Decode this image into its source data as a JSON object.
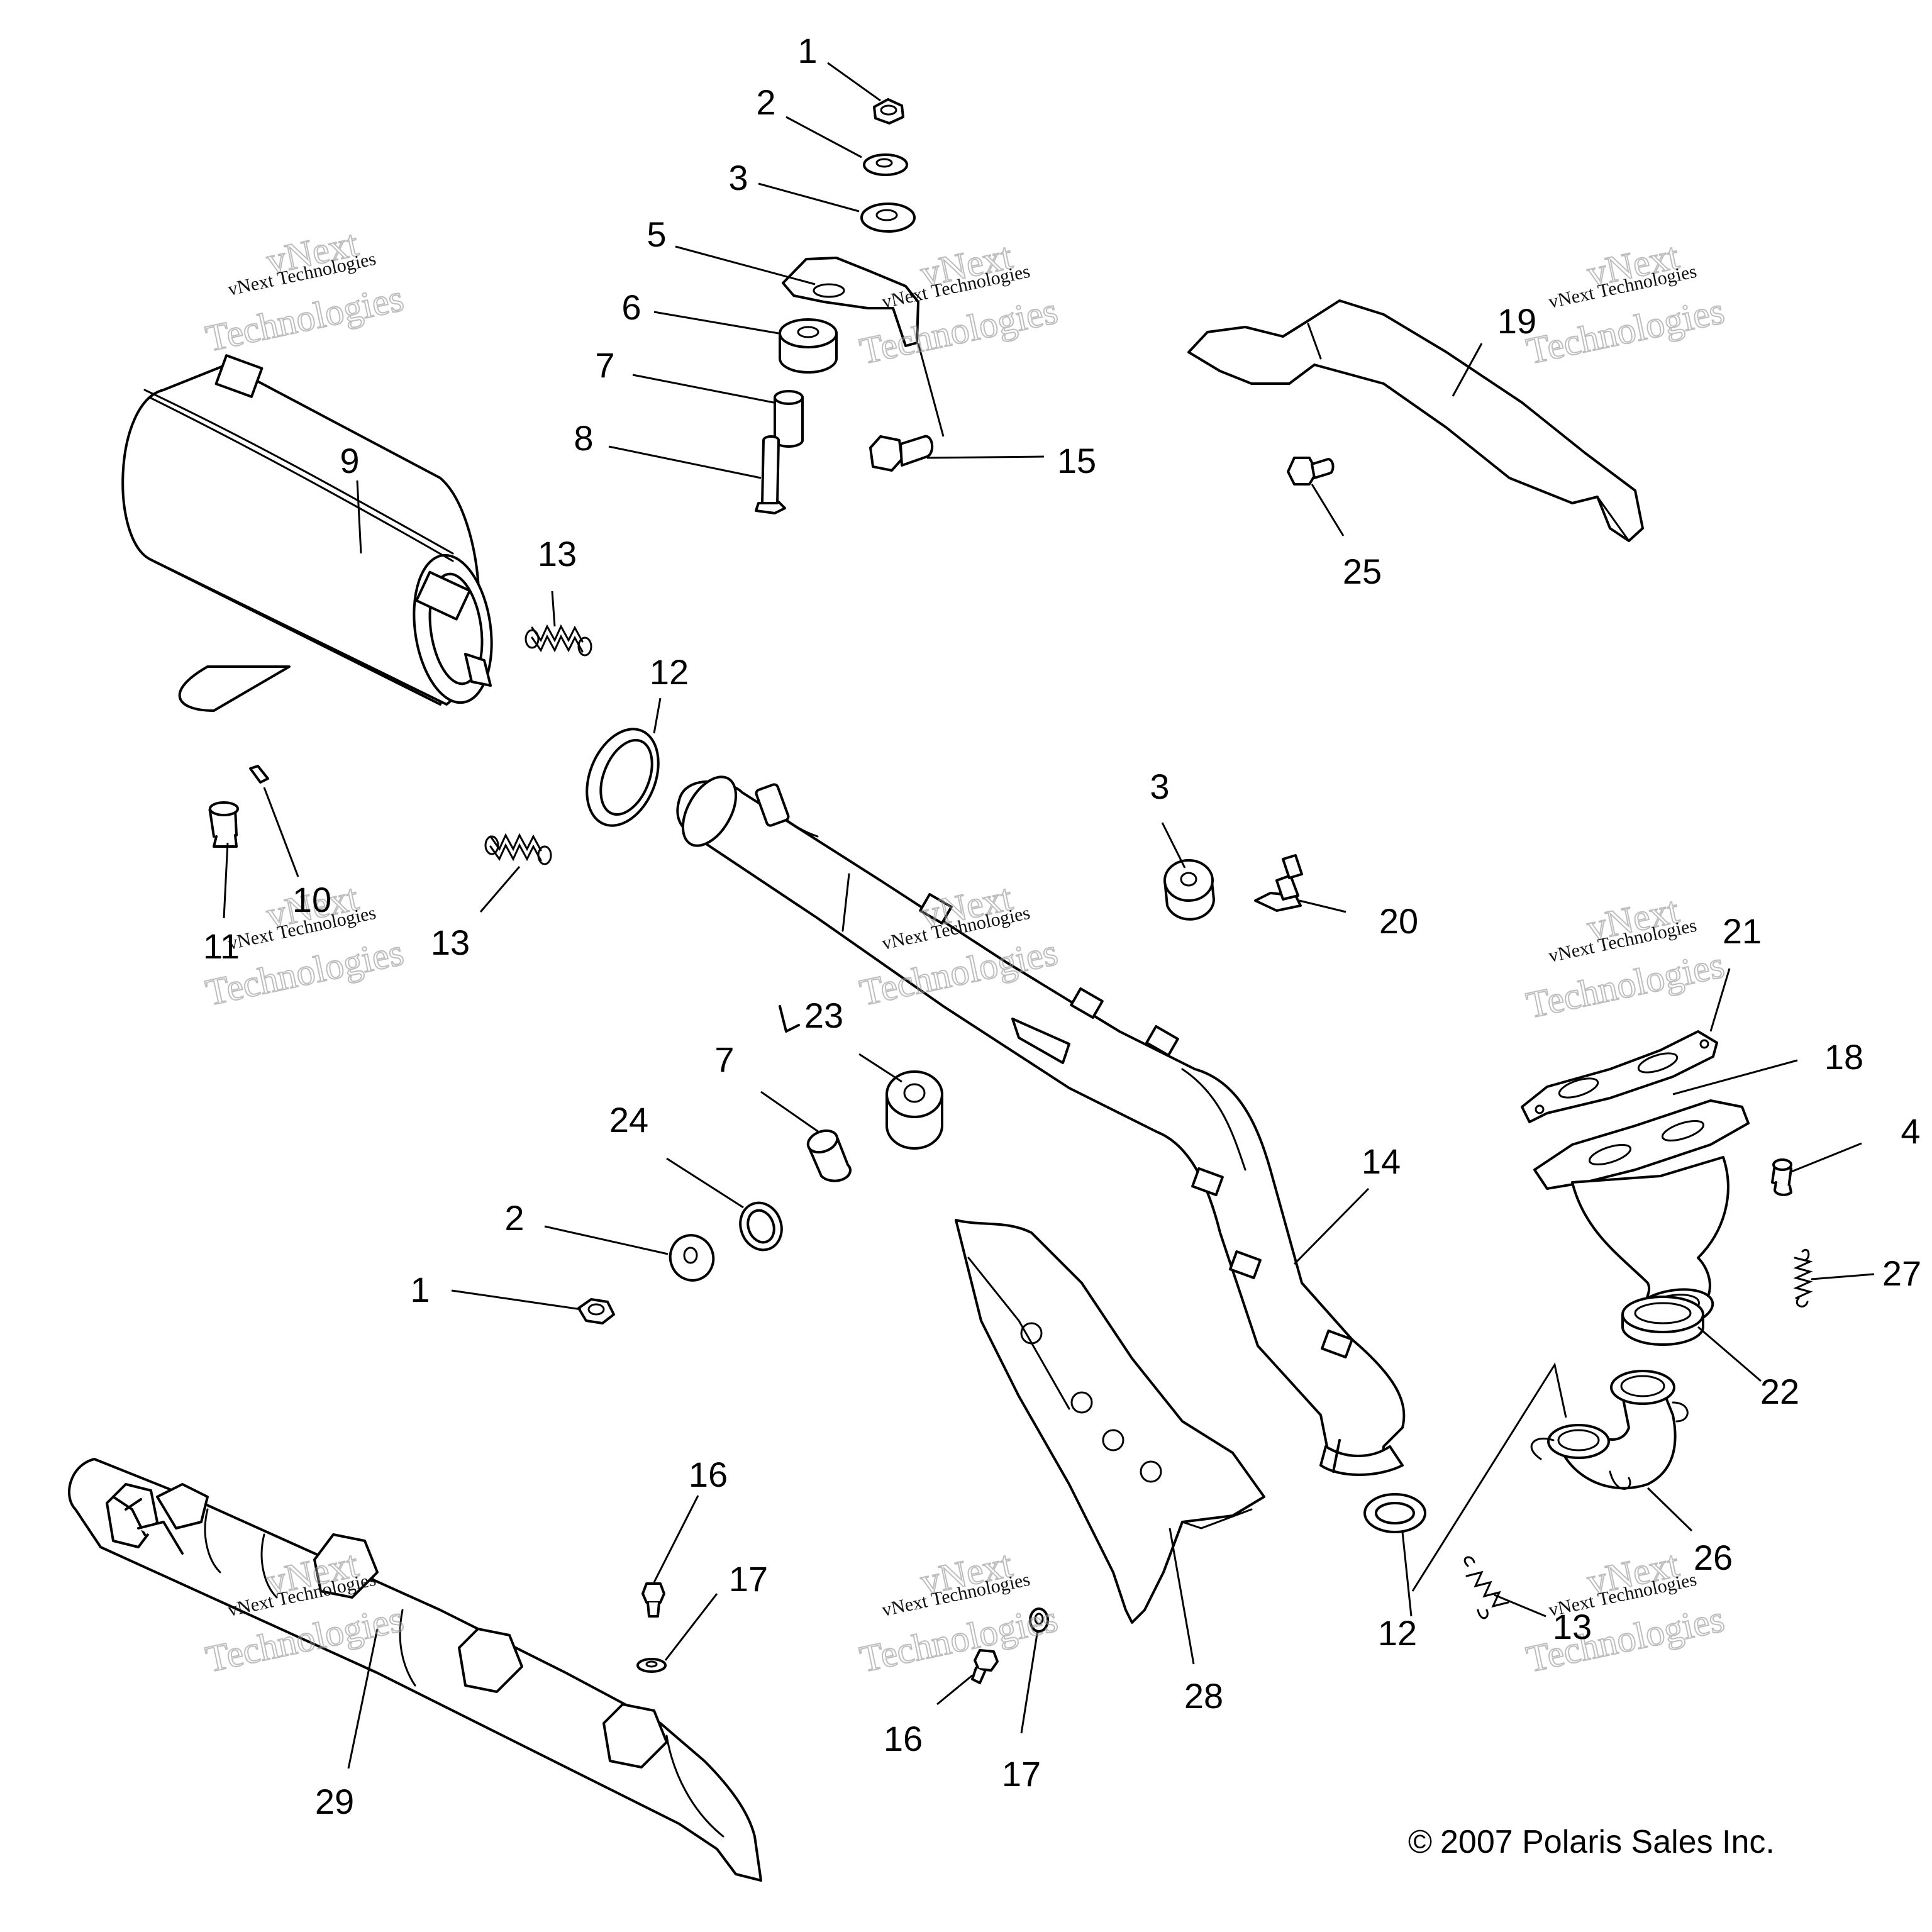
{
  "watermark": {
    "line1": "vNext",
    "line2": "vNext Technologies",
    "line3": "Technologies"
  },
  "copyright": "2007 Polaris Sales Inc.",
  "copyright_symbol": "©",
  "callouts": [
    {
      "id": "c1a",
      "label": "1"
    },
    {
      "id": "c2a",
      "label": "2"
    },
    {
      "id": "c3a",
      "label": "3"
    },
    {
      "id": "c5",
      "label": "5"
    },
    {
      "id": "c6",
      "label": "6"
    },
    {
      "id": "c7a",
      "label": "7"
    },
    {
      "id": "c8",
      "label": "8"
    },
    {
      "id": "c15",
      "label": "15"
    },
    {
      "id": "c19",
      "label": "19"
    },
    {
      "id": "c25",
      "label": "25"
    },
    {
      "id": "c9",
      "label": "9"
    },
    {
      "id": "c13a",
      "label": "13"
    },
    {
      "id": "c12a",
      "label": "12"
    },
    {
      "id": "c10",
      "label": "10"
    },
    {
      "id": "c11",
      "label": "11"
    },
    {
      "id": "c13b",
      "label": "13"
    },
    {
      "id": "c3b",
      "label": "3"
    },
    {
      "id": "c20",
      "label": "20"
    },
    {
      "id": "c21",
      "label": "21"
    },
    {
      "id": "c18",
      "label": "18"
    },
    {
      "id": "c4",
      "label": "4"
    },
    {
      "id": "c23",
      "label": "23"
    },
    {
      "id": "c7b",
      "label": "7"
    },
    {
      "id": "c24",
      "label": "24"
    },
    {
      "id": "c2b",
      "label": "2"
    },
    {
      "id": "c1b",
      "label": "1"
    },
    {
      "id": "c14",
      "label": "14"
    },
    {
      "id": "c27",
      "label": "27"
    },
    {
      "id": "c22",
      "label": "22"
    },
    {
      "id": "c26",
      "label": "26"
    },
    {
      "id": "c16a",
      "label": "16"
    },
    {
      "id": "c17a",
      "label": "17"
    },
    {
      "id": "c12b",
      "label": "12"
    },
    {
      "id": "c13c",
      "label": "13"
    },
    {
      "id": "c28",
      "label": "28"
    },
    {
      "id": "c16b",
      "label": "16"
    },
    {
      "id": "c17b",
      "label": "17"
    },
    {
      "id": "c29",
      "label": "29"
    }
  ]
}
